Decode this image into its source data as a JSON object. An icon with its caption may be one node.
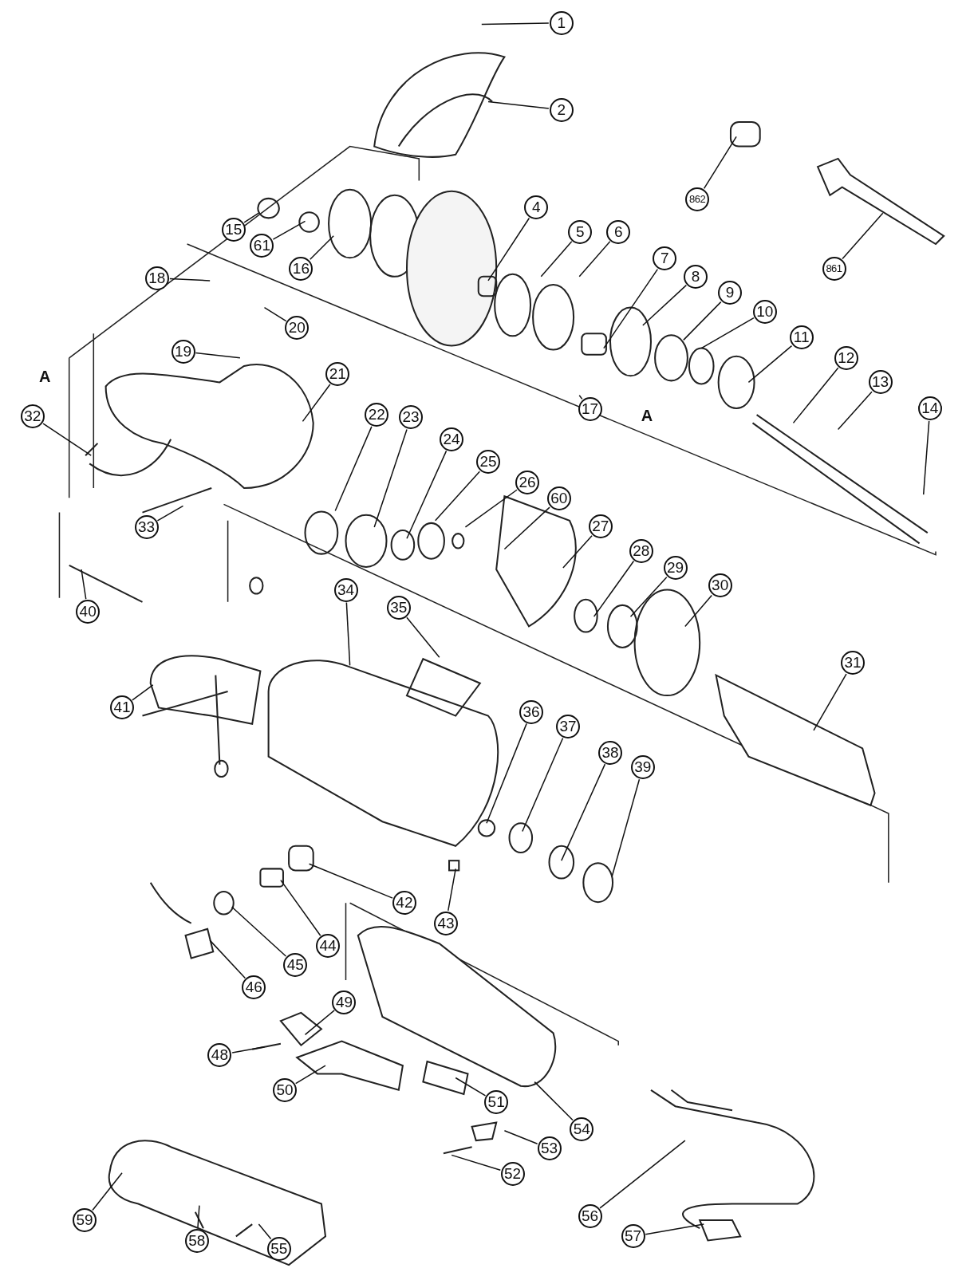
{
  "diagram": {
    "nodes": [
      {
        "text": [
          "1"
        ]
      },
      {
        "text": [
          "2"
        ]
      },
      {
        "text": [
          "862"
        ]
      },
      {
        "text": [
          "861"
        ]
      },
      {
        "text": [
          "4"
        ]
      },
      {
        "text": [
          "15"
        ]
      },
      {
        "text": [
          "61"
        ]
      },
      {
        "text": [
          "16"
        ]
      },
      {
        "text": [
          "5"
        ]
      },
      {
        "text": [
          "6"
        ]
      },
      {
        "text": [
          "7"
        ]
      },
      {
        "text": [
          "8"
        ]
      },
      {
        "text": [
          "9"
        ]
      },
      {
        "text": [
          "10"
        ]
      },
      {
        "text": [
          "11"
        ]
      },
      {
        "text": [
          "12"
        ]
      },
      {
        "text": [
          "13"
        ]
      },
      {
        "text": [
          "14"
        ]
      },
      {
        "text": [
          "17"
        ]
      },
      {
        "text": [
          "18"
        ]
      },
      {
        "text": [
          "20"
        ]
      },
      {
        "text": [
          "19"
        ]
      },
      {
        "text": [
          "21"
        ]
      },
      {
        "text": [
          "22"
        ]
      },
      {
        "text": [
          "23"
        ]
      },
      {
        "text": [
          "24"
        ]
      },
      {
        "text": [
          "25"
        ]
      },
      {
        "text": [
          "26"
        ]
      },
      {
        "text": [
          "60"
        ]
      },
      {
        "text": [
          "27"
        ]
      },
      {
        "text": [
          "28"
        ]
      },
      {
        "text": [
          "29"
        ]
      },
      {
        "text": [
          "30"
        ]
      },
      {
        "text": [
          "31"
        ]
      },
      {
        "text": [
          "32"
        ]
      },
      {
        "text": [
          "33"
        ]
      },
      {
        "text": [
          "40"
        ]
      },
      {
        "text": [
          "41"
        ]
      },
      {
        "text": [
          "34"
        ]
      },
      {
        "text": [
          "35"
        ]
      },
      {
        "text": [
          "36"
        ]
      },
      {
        "text": [
          "37"
        ]
      },
      {
        "text": [
          "38"
        ]
      },
      {
        "text": [
          "39"
        ]
      },
      {
        "text": [
          "42"
        ]
      },
      {
        "text": [
          "43"
        ]
      },
      {
        "text": [
          "44"
        ]
      },
      {
        "text": [
          "45"
        ]
      },
      {
        "text": [
          "46"
        ]
      },
      {
        "text": [
          "49"
        ]
      },
      {
        "text": [
          "48"
        ]
      },
      {
        "text": [
          "50"
        ]
      },
      {
        "text": [
          "51"
        ]
      },
      {
        "text": [
          "54"
        ]
      },
      {
        "text": [
          "53"
        ]
      },
      {
        "text": [
          "52"
        ]
      },
      {
        "text": [
          "56"
        ]
      },
      {
        "text": [
          "57"
        ]
      },
      {
        "text": [
          "59"
        ]
      },
      {
        "text": [
          "58"
        ]
      },
      {
        "text": [
          "55"
        ]
      }
    ],
    "edges": [
      {
        "from": 0,
        "to": null,
        "arrow": "none"
      },
      {
        "from": 1,
        "to": null,
        "arrow": "none"
      },
      {
        "from": 2,
        "to": null,
        "arrow": "none"
      },
      {
        "from": 3,
        "to": null,
        "arrow": "none"
      },
      {
        "from": 4,
        "to": null,
        "arrow": "none"
      },
      {
        "from": 5,
        "to": null,
        "arrow": "none"
      },
      {
        "from": 6,
        "to": null,
        "arrow": "none"
      },
      {
        "from": 7,
        "to": null,
        "arrow": "none"
      },
      {
        "from": 8,
        "to": null,
        "arrow": "none"
      },
      {
        "from": 9,
        "to": null,
        "arrow": "none"
      },
      {
        "from": 10,
        "to": null,
        "arrow": "none"
      },
      {
        "from": 11,
        "to": null,
        "arrow": "none"
      },
      {
        "from": 12,
        "to": null,
        "arrow": "none"
      },
      {
        "from": 13,
        "to": null,
        "arrow": "none"
      },
      {
        "from": 14,
        "to": null,
        "arrow": "none"
      },
      {
        "from": 15,
        "to": null,
        "arrow": "none"
      },
      {
        "from": 16,
        "to": null,
        "arrow": "none"
      },
      {
        "from": 17,
        "to": null,
        "arrow": "none"
      },
      {
        "from": 18,
        "to": null,
        "arrow": "none"
      },
      {
        "from": 19,
        "to": null,
        "arrow": "none"
      },
      {
        "from": 20,
        "to": null,
        "arrow": "none"
      },
      {
        "from": 21,
        "to": null,
        "arrow": "none"
      },
      {
        "from": 22,
        "to": null,
        "arrow": "none"
      },
      {
        "from": 23,
        "to": null,
        "arrow": "none"
      },
      {
        "from": 24,
        "to": null,
        "arrow": "none"
      },
      {
        "from": 25,
        "to": null,
        "arrow": "none"
      },
      {
        "from": 26,
        "to": null,
        "arrow": "none"
      },
      {
        "from": 27,
        "to": null,
        "arrow": "none"
      },
      {
        "from": 28,
        "to": null,
        "arrow": "none"
      },
      {
        "from": 29,
        "to": null,
        "arrow": "none"
      },
      {
        "from": 30,
        "to": null,
        "arrow": "none"
      },
      {
        "from": 31,
        "to": null,
        "arrow": "none"
      },
      {
        "from": 32,
        "to": null,
        "arrow": "none"
      },
      {
        "from": 33,
        "to": null,
        "arrow": "none"
      },
      {
        "from": 34,
        "to": null,
        "arrow": "none"
      },
      {
        "from": 35,
        "to": null,
        "arrow": "none"
      },
      {
        "from": 36,
        "to": null,
        "arrow": "none"
      },
      {
        "from": 37,
        "to": null,
        "arrow": "none"
      },
      {
        "from": 38,
        "to": null,
        "arrow": "none"
      },
      {
        "from": 39,
        "to": null,
        "arrow": "none"
      },
      {
        "from": 40,
        "to": null,
        "arrow": "none"
      },
      {
        "from": 41,
        "to": null,
        "arrow": "none"
      },
      {
        "from": 42,
        "to": null,
        "arrow": "none"
      },
      {
        "from": 43,
        "to": null,
        "arrow": "none"
      },
      {
        "from": 44,
        "to": null,
        "arrow": "none"
      },
      {
        "from": 45,
        "to": null,
        "arrow": "none"
      },
      {
        "from": 46,
        "to": null,
        "arrow": "none"
      },
      {
        "from": 47,
        "to": null,
        "arrow": "none"
      },
      {
        "from": 48,
        "to": null,
        "arrow": "none"
      },
      {
        "from": 49,
        "to": null,
        "arrow": "none"
      },
      {
        "from": 50,
        "to": null,
        "arrow": "none"
      },
      {
        "from": 51,
        "to": null,
        "arrow": "none"
      },
      {
        "from": 52,
        "to": null,
        "arrow": "none"
      },
      {
        "from": 53,
        "to": null,
        "arrow": "none"
      },
      {
        "from": 54,
        "to": null,
        "arrow": "none"
      },
      {
        "from": 55,
        "to": null,
        "arrow": "none"
      },
      {
        "from": 56,
        "to": null,
        "arrow": "none"
      },
      {
        "from": 57,
        "to": null,
        "arrow": "none"
      },
      {
        "from": 58,
        "to": null,
        "arrow": "none"
      },
      {
        "from": 59,
        "to": null,
        "arrow": "none"
      },
      {
        "from": 60,
        "to": null,
        "arrow": "none"
      }
    ],
    "labels": [
      "A",
      "A"
    ]
  }
}
